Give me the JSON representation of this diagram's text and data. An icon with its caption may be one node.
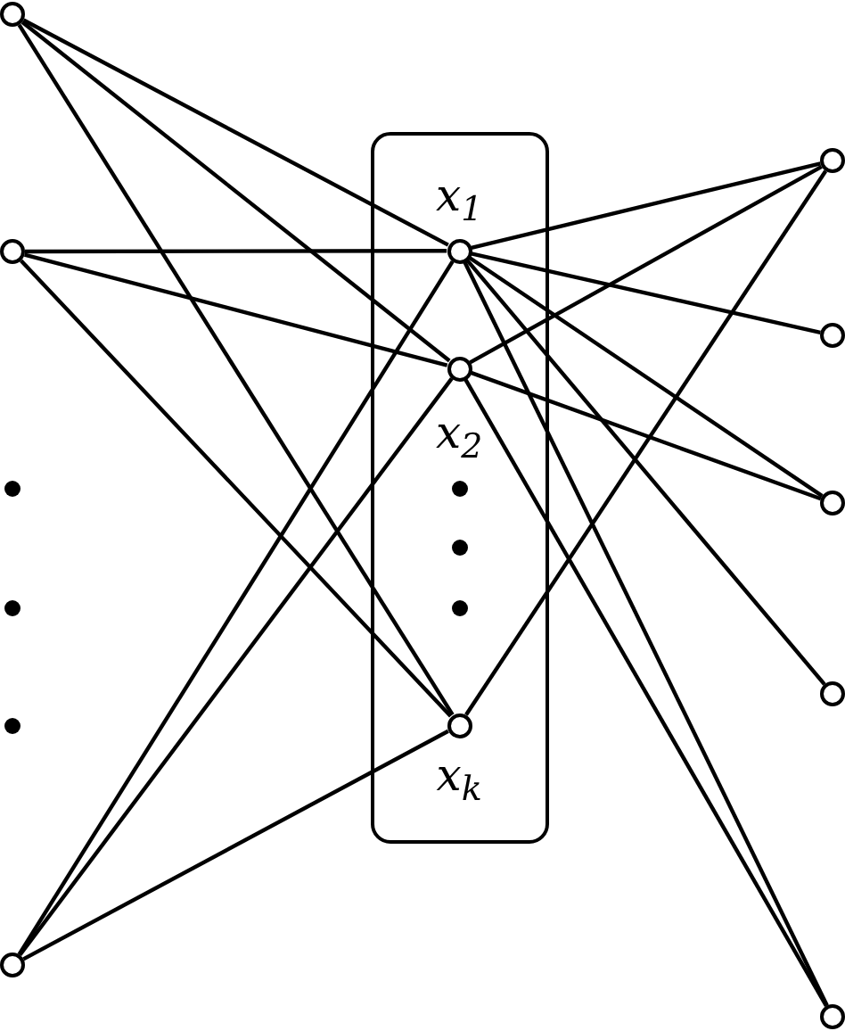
{
  "diagram": {
    "nodes": [
      {
        "text": [],
        "shape": "circle"
      },
      {
        "text": [],
        "shape": "circle"
      },
      {
        "text": [],
        "shape": "circle"
      },
      {
        "text": [],
        "shape": "box"
      },
      {
        "text": [],
        "shape": "circle",
        "in": 3,
        "beside": [
          "*x*$_{1}$"
        ]
      },
      {
        "text": [],
        "shape": "circle",
        "in": 3,
        "beside": [
          "*x*$_{2}$"
        ]
      },
      {
        "text": [],
        "shape": "circle",
        "in": 3,
        "beside": [
          "*x*$_{k}$"
        ]
      },
      {
        "text": [],
        "shape": "circle"
      },
      {
        "text": [],
        "shape": "circle"
      },
      {
        "text": [],
        "shape": "circle"
      },
      {
        "text": [],
        "shape": "circle"
      },
      {
        "text": [],
        "shape": "circle"
      }
    ],
    "edges": [
      {
        "from": 0,
        "to": 4,
        "arrow": "none"
      },
      {
        "from": 0,
        "to": 5,
        "arrow": "none"
      },
      {
        "from": 0,
        "to": 6,
        "arrow": "none"
      },
      {
        "from": 1,
        "to": 4,
        "arrow": "none"
      },
      {
        "from": 1,
        "to": 5,
        "arrow": "none"
      },
      {
        "from": 1,
        "to": 6,
        "arrow": "none"
      },
      {
        "from": 2,
        "to": 4,
        "arrow": "none"
      },
      {
        "from": 2,
        "to": 5,
        "arrow": "none"
      },
      {
        "from": 2,
        "to": 6,
        "arrow": "none"
      },
      {
        "from": 4,
        "to": 7,
        "arrow": "none"
      },
      {
        "from": 4,
        "to": 8,
        "arrow": "none"
      },
      {
        "from": 4,
        "to": 9,
        "arrow": "none"
      },
      {
        "from": 4,
        "to": 10,
        "arrow": "none"
      },
      {
        "from": 4,
        "to": 11,
        "arrow": "none"
      },
      {
        "from": 5,
        "to": 7,
        "arrow": "none"
      },
      {
        "from": 5,
        "to": 9,
        "arrow": "none"
      },
      {
        "from": 5,
        "to": 11,
        "arrow": "none"
      },
      {
        "from": 6,
        "to": 7,
        "arrow": "none"
      }
    ]
  }
}
